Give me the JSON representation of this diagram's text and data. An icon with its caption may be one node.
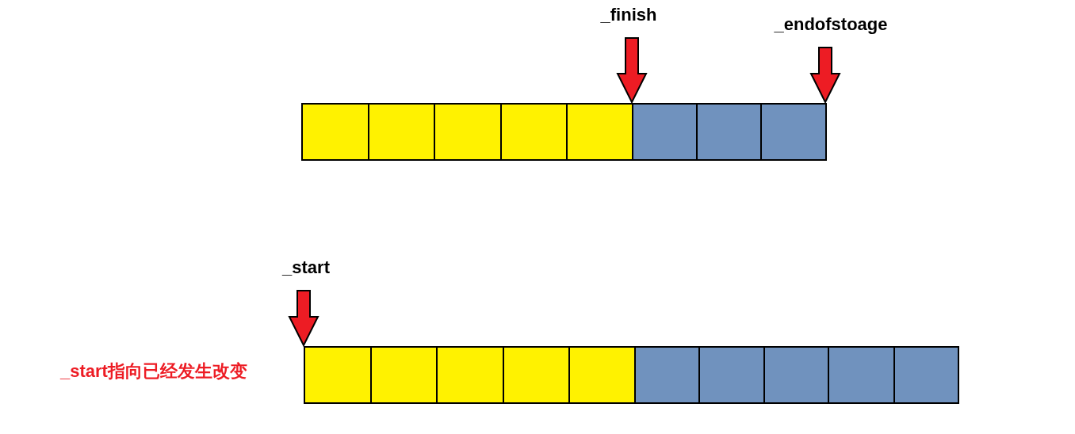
{
  "diagram": {
    "nodes": [
      {
        "text": [
          "_finish"
        ]
      },
      {
        "text": [
          "_endofstoage"
        ]
      },
      {
        "text": [
          "_start"
        ]
      },
      {
        "text": [],
        "shape": "box"
      },
      {
        "text": [],
        "shape": "box"
      },
      {
        "text": [],
        "shape": "box"
      },
      {
        "text": [],
        "shape": "box"
      },
      {
        "text": [],
        "shape": "box"
      },
      {
        "text": [],
        "shape": "box"
      },
      {
        "text": [],
        "shape": "box"
      },
      {
        "text": [],
        "shape": "box"
      },
      {
        "text": [],
        "shape": "box"
      },
      {
        "text": [],
        "shape": "box"
      },
      {
        "text": [],
        "shape": "box"
      },
      {
        "text": [],
        "shape": "box"
      },
      {
        "text": [],
        "shape": "box"
      },
      {
        "text": [],
        "shape": "box"
      },
      {
        "text": [],
        "shape": "box"
      },
      {
        "text": [],
        "shape": "box"
      },
      {
        "text": [],
        "shape": "box"
      },
      {
        "text": [],
        "shape": "box"
      }
    ],
    "edges": [
      {
        "from": 0,
        "to": 8,
        "arrow": "to"
      },
      {
        "from": 1,
        "to": 10,
        "arrow": "to"
      },
      {
        "from": 2,
        "to": 11,
        "arrow": "to"
      }
    ],
    "labels": [
      "_start指向已经发生改变"
    ]
  }
}
